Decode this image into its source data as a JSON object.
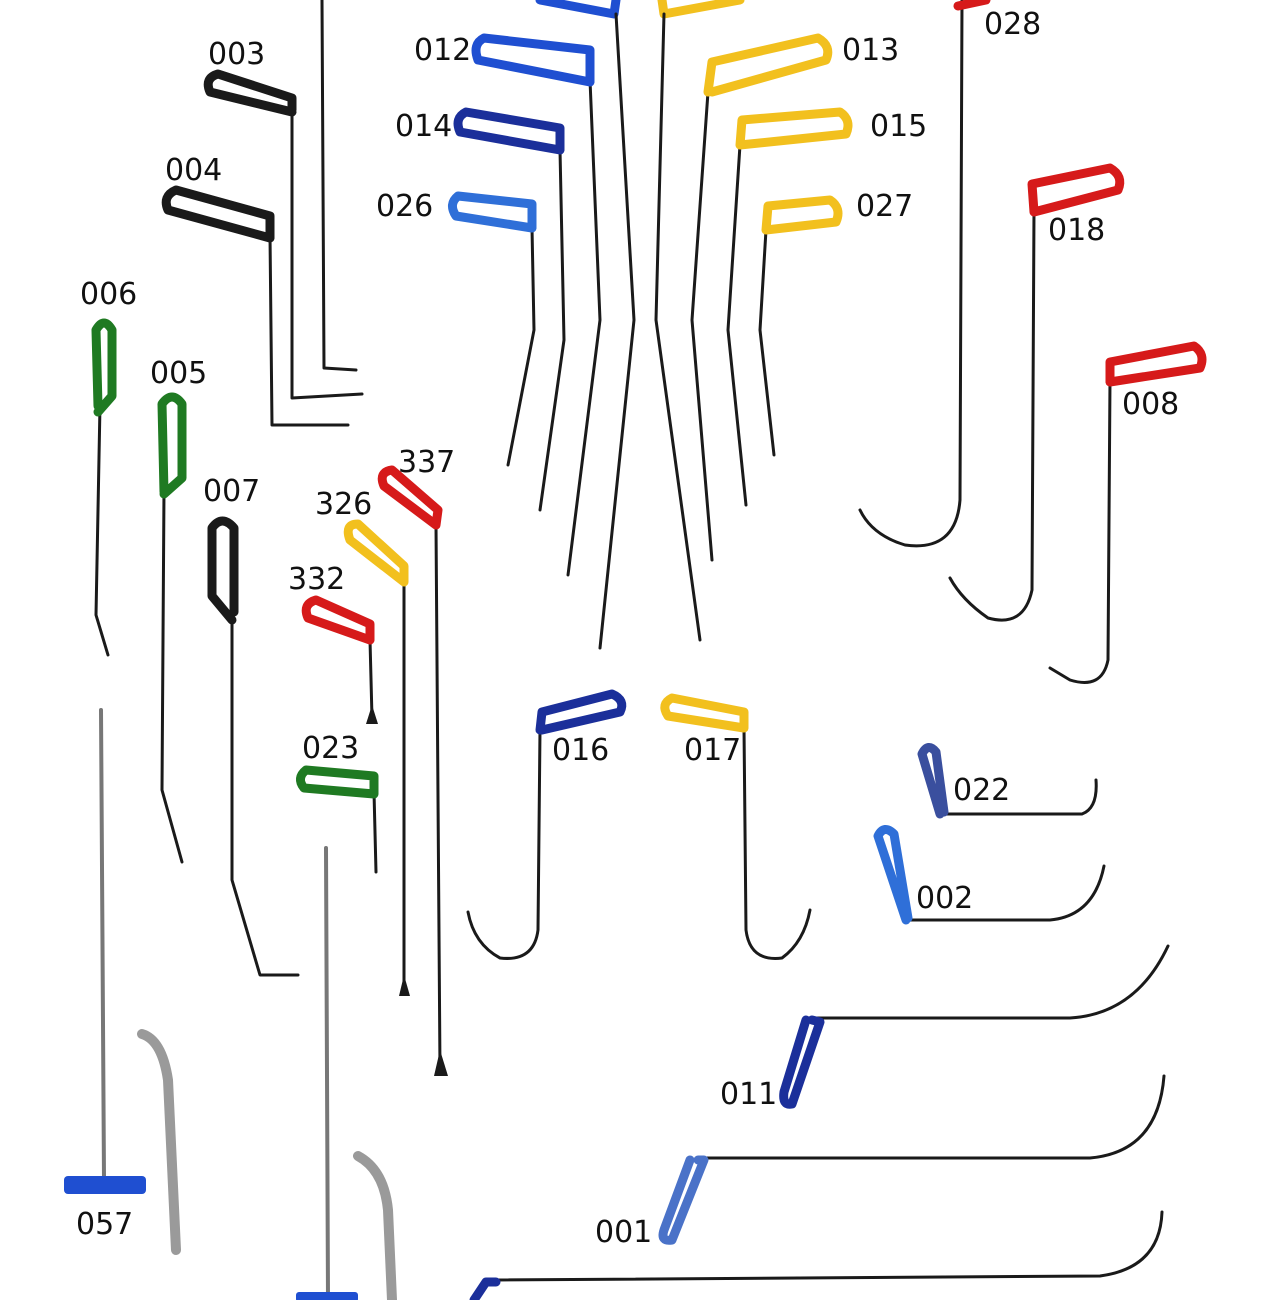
{
  "labels": {
    "t003": "003",
    "t004": "004",
    "t006": "006",
    "t005": "005",
    "t007": "007",
    "t012": "012",
    "t014": "014",
    "t026": "026",
    "t013": "013",
    "t015": "015",
    "t027": "027",
    "t028": "028",
    "t018": "018",
    "t008": "008",
    "t337": "337",
    "t326": "326",
    "t332": "332",
    "t023": "023",
    "t016": "016",
    "t017": "017",
    "t022": "022",
    "t002": "002",
    "t011": "011",
    "t001": "001",
    "t057": "057"
  },
  "colors": {
    "black": "#1a1a1a",
    "blue": "#1f4fd1",
    "navy": "#1b2f9a",
    "lightblue": "#2f6fd8",
    "yellow": "#f2c01e",
    "red": "#d61a1a",
    "green": "#1f7a22",
    "steel": "#8a8a8a"
  }
}
